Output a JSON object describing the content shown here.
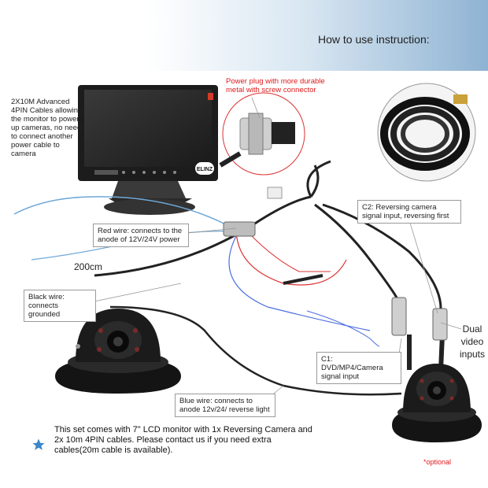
{
  "header": {
    "title": "How to use instruction:"
  },
  "notes": {
    "cables": "2X10M Advanced 4PIN Cables allowing the monitor to power up cameras, no need to connect another power cable to camera",
    "power_plug": "Power plug with more durable metal with screw connector",
    "red_wire": "Red wire: connects to the anode of 12V/24V power",
    "c2": "C2: Reversing camera signal input, reversing first",
    "length": "200cm",
    "black_wire": "Black wire: connects grounded",
    "dual_video": "Dual video inputs",
    "c1": "C1: DVD/MP4/Camera signal input",
    "blue_wire": "Blue wire: connects to anode 12v/24/ reverse light",
    "optional": "*optional"
  },
  "monitor": {
    "brand": "ELINZ"
  },
  "footer": {
    "text": "This set comes with 7\" LCD monitor with 1x Reversing Camera and 2x 10m 4PIN cables. Please contact us if you need extra cables(20m cable is available)."
  },
  "colors": {
    "accent_red": "#e0191b",
    "header_blue": "#8fb3d3",
    "star_blue": "#3a86c8"
  }
}
